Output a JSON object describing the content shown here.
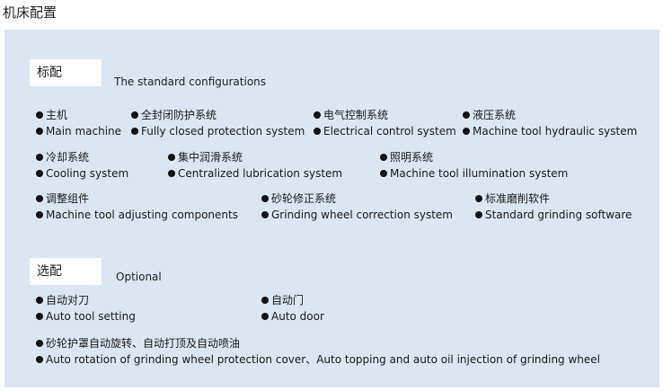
{
  "page_title": "机床配置",
  "standard": {
    "tab_label": "标配",
    "subtitle": "The standard configurations",
    "items": [
      {
        "zh": "主机",
        "en": "Main machine"
      },
      {
        "zh": "全封闭防护系统",
        "en": "Fully closed protection system"
      },
      {
        "zh": "电气控制系统",
        "en": "Electrical control system"
      },
      {
        "zh": "液压系统",
        "en": "Machine tool hydraulic system"
      },
      {
        "zh": "冷却系统",
        "en": "Cooling system"
      },
      {
        "zh": "集中润滑系统",
        "en": "Centralized lubrication system"
      },
      {
        "zh": "照明系统",
        "en": "Machine tool illumination system"
      },
      {
        "zh": "调整组件",
        "en": "Machine tool adjusting components"
      },
      {
        "zh": "砂轮修正系统",
        "en": "Grinding wheel correction system"
      },
      {
        "zh": "标准磨削软件",
        "en": "Standard grinding software"
      }
    ]
  },
  "optional": {
    "tab_label": "选配",
    "subtitle": "Optional",
    "items": [
      {
        "zh": "自动对刀",
        "en": "Auto tool setting"
      },
      {
        "zh": "自动门",
        "en": "Auto door"
      },
      {
        "zh": "砂轮护罩自动旋转、自动打顶及自动喷油",
        "en": "Auto rotation of grinding wheel protection cover、Auto topping and auto oil injection of grinding wheel"
      }
    ]
  }
}
